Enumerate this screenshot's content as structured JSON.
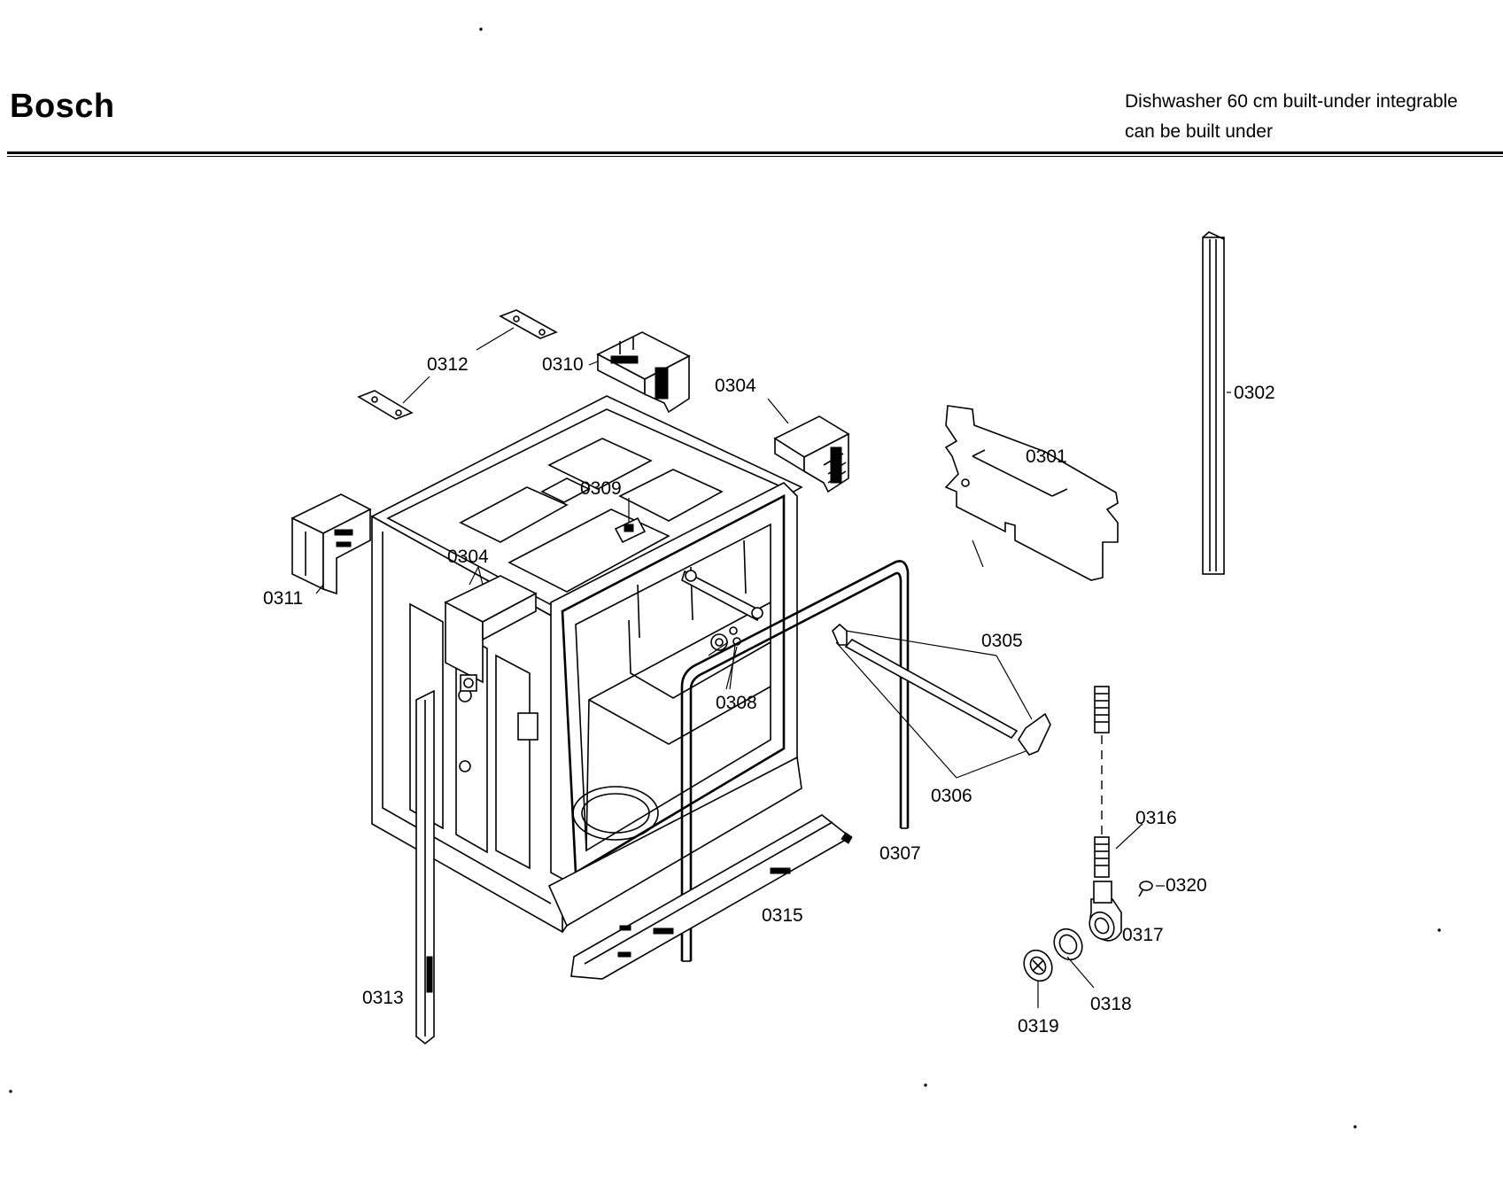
{
  "header": {
    "brand": "Bosch",
    "description_line1": "Dishwasher 60 cm built-under integrable",
    "description_line2": "can be built under"
  },
  "parts": {
    "p0301": "0301",
    "p0302": "0302",
    "p0304a": "0304",
    "p0304b": "0304",
    "p0305": "0305",
    "p0306": "0306",
    "p0307": "0307",
    "p0308": "0308",
    "p0309": "0309",
    "p0310": "0310",
    "p0311": "0311",
    "p0312": "0312",
    "p0313": "0313",
    "p0315": "0315",
    "p0316": "0316",
    "p0317": "0317",
    "p0318": "0318",
    "p0319": "0319",
    "p0320": "0320"
  }
}
